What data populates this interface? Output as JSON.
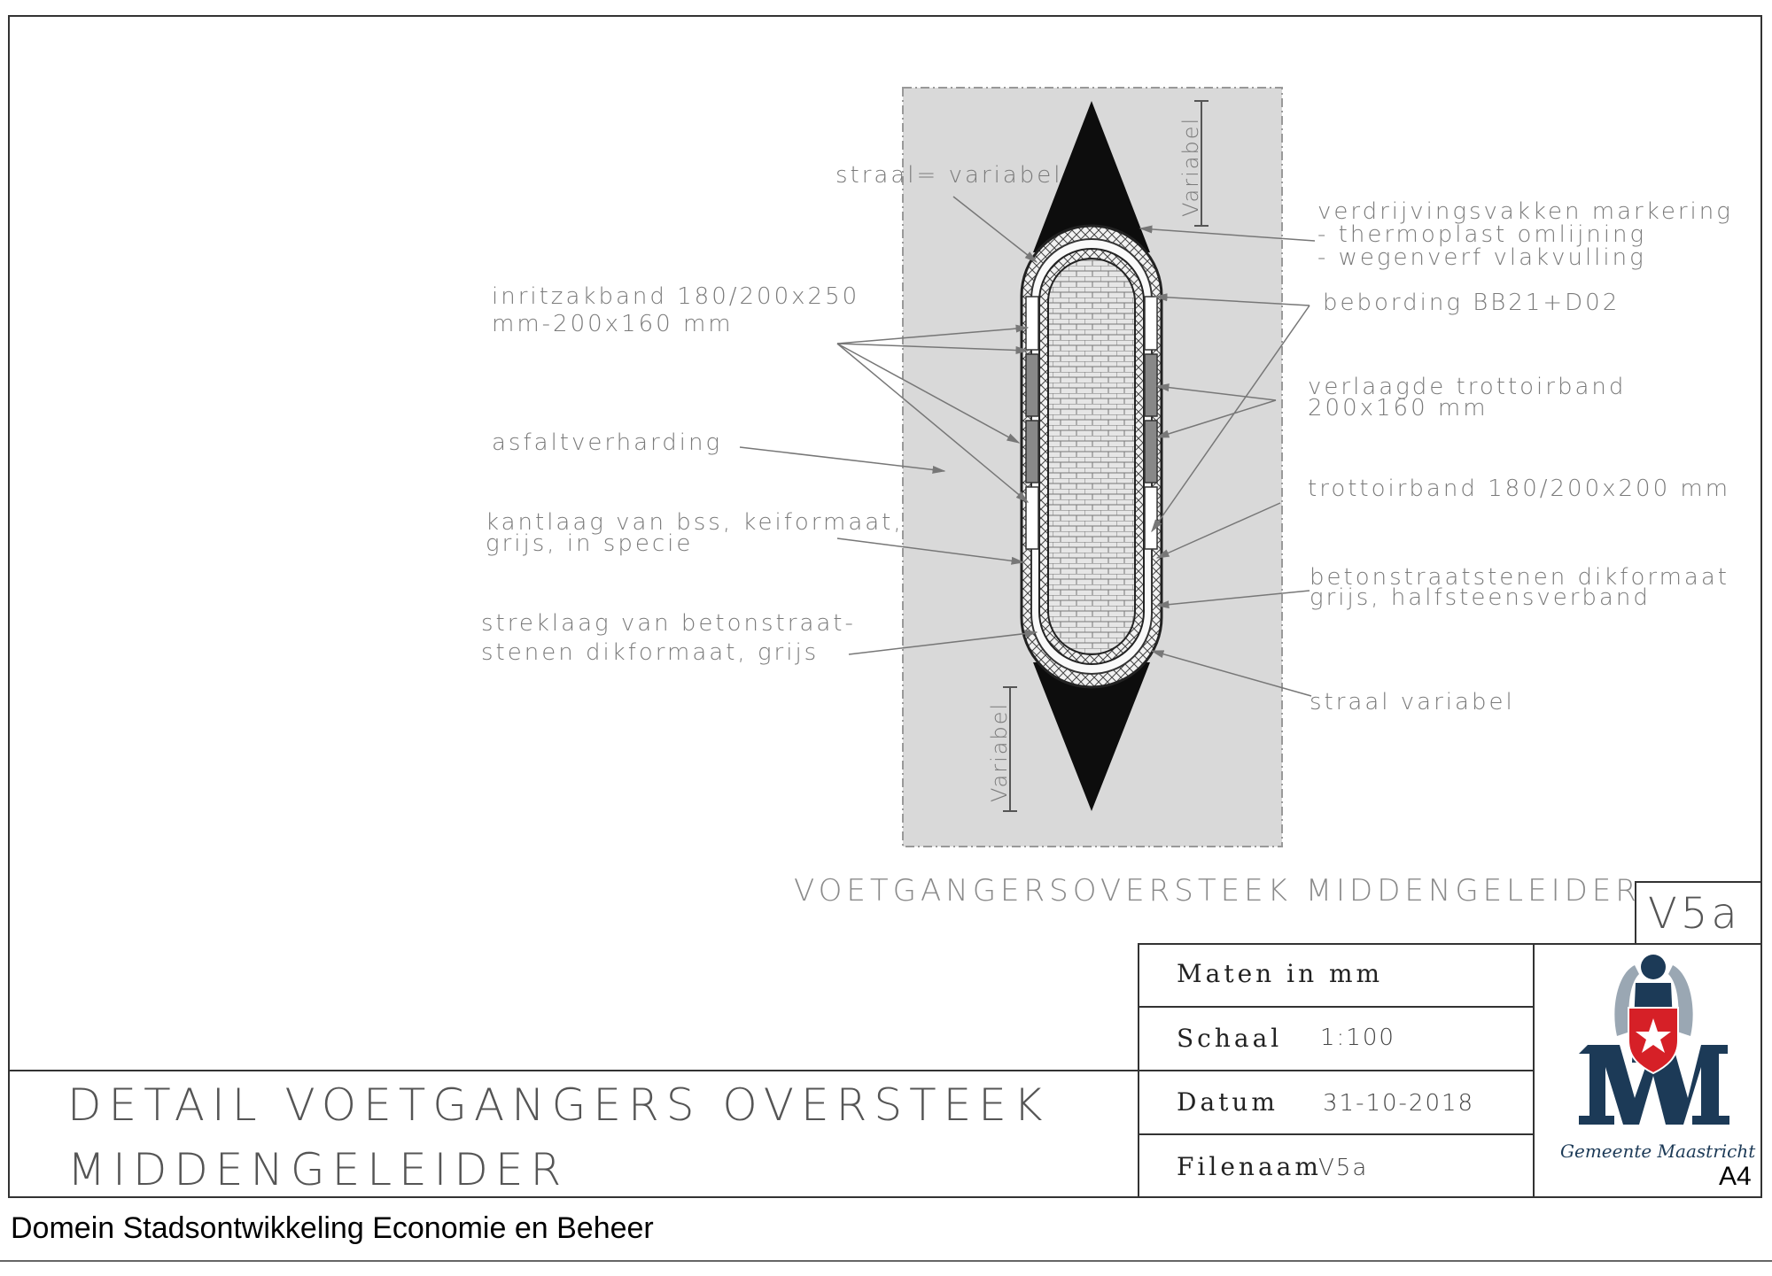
{
  "drawing": {
    "view_title": "VOETGANGERSOVERSTEEK MIDDENGELEIDER",
    "dimension_labels": [
      "Variabel",
      "Variabel"
    ],
    "annotations": {
      "straal_top": "straal= variabel",
      "verdrijving_1": "verdrijvingsvakken markering",
      "verdrijving_2": "- thermoplast omlijning",
      "verdrijving_3": "- wegenverf vlakvulling",
      "inritzakband_1": "inritzakband 180/200x250",
      "inritzakband_2": "mm-200x160 mm",
      "bebording": "bebording BB21+D02",
      "verlaagde_1": "verlaagde trottoirband",
      "verlaagde_2": "200x160 mm",
      "asfalt": "asfaltverharding",
      "trottoirband": "trottoirband 180/200x200 mm",
      "kantlaag_1": "kantlaag van bss, keiformaat,",
      "kantlaag_2": "grijs, in specie",
      "betonstraatstenen_1": "betonstraatstenen dikformaat",
      "betonstraatstenen_2": "grijs, halfsteensverband",
      "streklaag_1": "streklaag van betonstraat-",
      "streklaag_2": "stenen dikformaat, grijs",
      "straal_bottom": "straal variabel"
    }
  },
  "title_block": {
    "title_line1": "DETAIL VOETGANGERS OVERSTEEK",
    "title_line2": "MIDDENGELEIDER",
    "sheet_code": "V5a",
    "maten_label": "Maten in mm",
    "schaal_label": "Schaal",
    "schaal_value": "1:100",
    "datum_label": "Datum",
    "datum_value": "31-10-2018",
    "filenaam_label": "Filenaam",
    "filenaam_value": "V5a",
    "logo_text": "Gemeente Maastricht",
    "paper_size": "A4"
  },
  "footer": {
    "department": "Domein Stadsontwikkeling Economie en Beheer"
  },
  "colors": {
    "road_gray": "#d9d9d9",
    "line": "#333333",
    "text": "#7a7a7a",
    "logo_blue": "#1c3a57",
    "logo_red": "#d62027"
  }
}
